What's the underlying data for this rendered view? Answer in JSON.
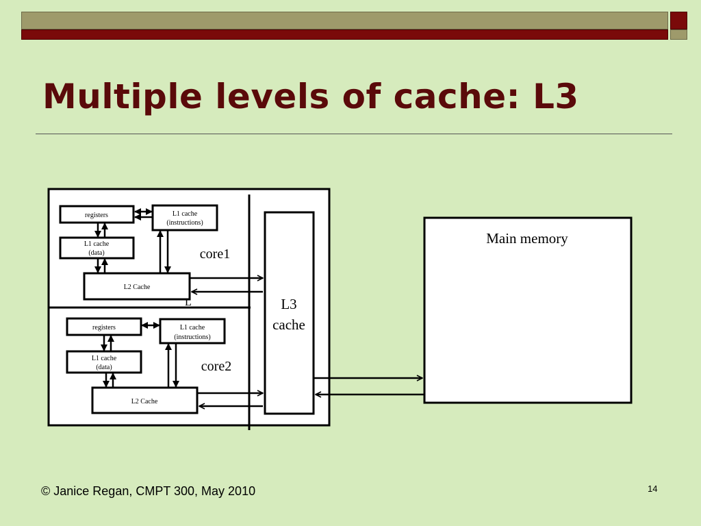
{
  "slide": {
    "title": "Multiple levels of cache: L3",
    "footer": "© Janice Regan, CMPT 300, May 2010",
    "page_number": "14"
  },
  "diagram": {
    "core1": {
      "label": "core1",
      "registers": "registers",
      "l1_instructions": [
        "L1 cache",
        "(instructions)"
      ],
      "l1_data": [
        "L1 cache",
        "(data)"
      ],
      "l2": "L2 Cache"
    },
    "core2": {
      "label": "core2",
      "registers": "registers",
      "l1_instructions": [
        "L1 cache",
        "(instructions)"
      ],
      "l1_data": [
        "L1 cache",
        "(data)"
      ],
      "l2": "L2 Cache"
    },
    "l3": [
      "L3",
      "cache"
    ],
    "main_memory": "Main memory",
    "stray_glyph": "L"
  },
  "colors": {
    "background": "#d6ebbd",
    "title": "#5a0a0a",
    "accent_red": "#7a0a0a",
    "accent_olive": "#9e9a6b"
  }
}
